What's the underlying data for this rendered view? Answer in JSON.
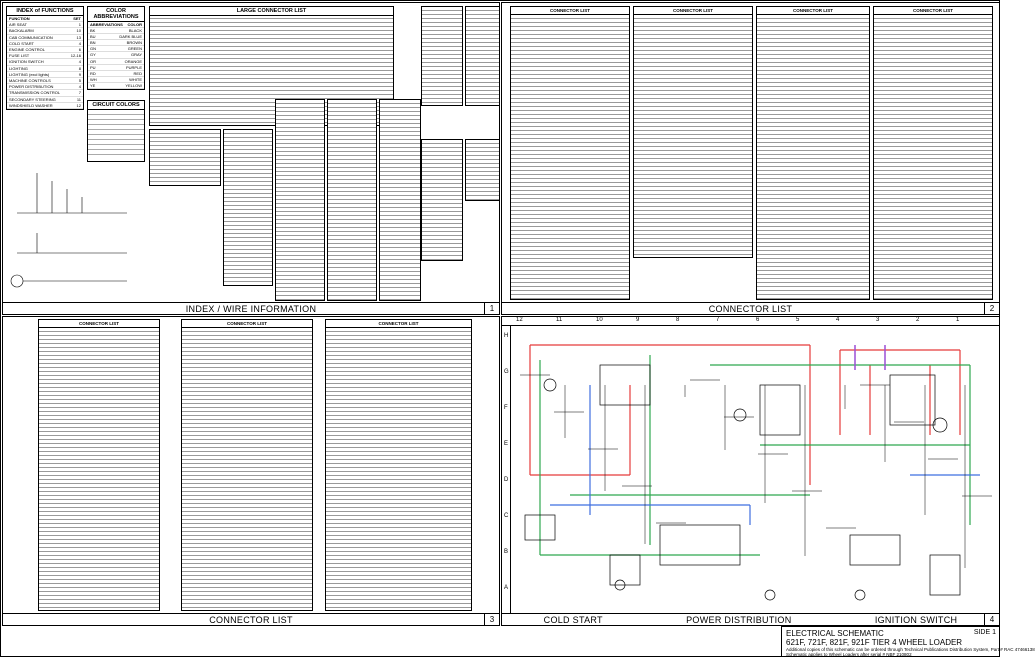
{
  "panels": {
    "p1": {
      "title": "INDEX / WIRE INFORMATION",
      "number": "1"
    },
    "p2": {
      "title": "CONNECTOR LIST",
      "number": "2"
    },
    "p3": {
      "title": "CONNECTOR LIST",
      "number": "3"
    },
    "p4": {
      "number": "4",
      "sections": [
        "COLD START",
        "POWER DISTRIBUTION",
        "IGNITION SWITCH"
      ]
    }
  },
  "index": {
    "title": "INDEX of FUNCTIONS",
    "head": [
      "FUNCTION",
      "SET"
    ],
    "rows": [
      [
        "AIR SEAT",
        "1"
      ],
      [
        "BACKALARM",
        "10"
      ],
      [
        "CAB COMMUNICATION",
        "13"
      ],
      [
        "COLD START",
        "4"
      ],
      [
        "ENGINE CONTROL",
        "6"
      ],
      [
        "FUSE LIST",
        "12-16"
      ],
      [
        "IGNITION SWITCH",
        "4"
      ],
      [
        "LIGHTING",
        "8"
      ],
      [
        "LIGHTING (excl lights)",
        "9"
      ],
      [
        "MACHINE CONTROLS",
        "5"
      ],
      [
        "POWER DISTRIBUTION",
        "4"
      ],
      [
        "TRANSMISSION CONTROL",
        "7"
      ],
      [
        "SECONDARY STEERING",
        "11"
      ],
      [
        "WINDSHIELD WASHER",
        "12"
      ]
    ]
  },
  "colors": {
    "title": "COLOR ABBREVIATIONS",
    "head": [
      "ABBREVIATIONS",
      "COLOR"
    ],
    "rows": [
      [
        "BK",
        "BLACK"
      ],
      [
        "BU",
        "DARK BLUE"
      ],
      [
        "BN",
        "BROWN"
      ],
      [
        "GN",
        "GREEN"
      ],
      [
        "GY",
        "GRAY"
      ],
      [
        "OR",
        "ORANGE"
      ],
      [
        "PU",
        "PURPLE"
      ],
      [
        "RD",
        "RED"
      ],
      [
        "WH",
        "WHITE"
      ],
      [
        "YE",
        "YELLOW"
      ]
    ]
  },
  "circuit_colors": {
    "title": "CIRCUIT COLORS"
  },
  "large_connector": {
    "title": "LARGE CONNECTOR LIST"
  },
  "connector_list_label": "CONNECTOR LIST",
  "zone_letters": [
    "H",
    "G",
    "F",
    "E",
    "D",
    "C",
    "B",
    "A"
  ],
  "zone_numbers": [
    "12",
    "11",
    "10",
    "9",
    "8",
    "7",
    "6",
    "5",
    "4",
    "3",
    "2",
    "1"
  ],
  "titleblock": {
    "side": "SIDE 1",
    "line1": "ELECTRICAL SCHEMATIC",
    "line2": "621F, 721F, 821F, 921F  TIER 4 WHEEL LOADER",
    "line3": "Additional copies of this schematic can be ordered through Technical Publications Distribution System, Part # RAC 47466138",
    "line4": "Schematic applies to Wheel Loaders after serial # NBF 210802"
  },
  "wire_colors": {
    "red": "#e53b3b",
    "green": "#2fa84f",
    "blue": "#3f6fe0",
    "purple": "#9a4fd6",
    "black": "#000000"
  }
}
